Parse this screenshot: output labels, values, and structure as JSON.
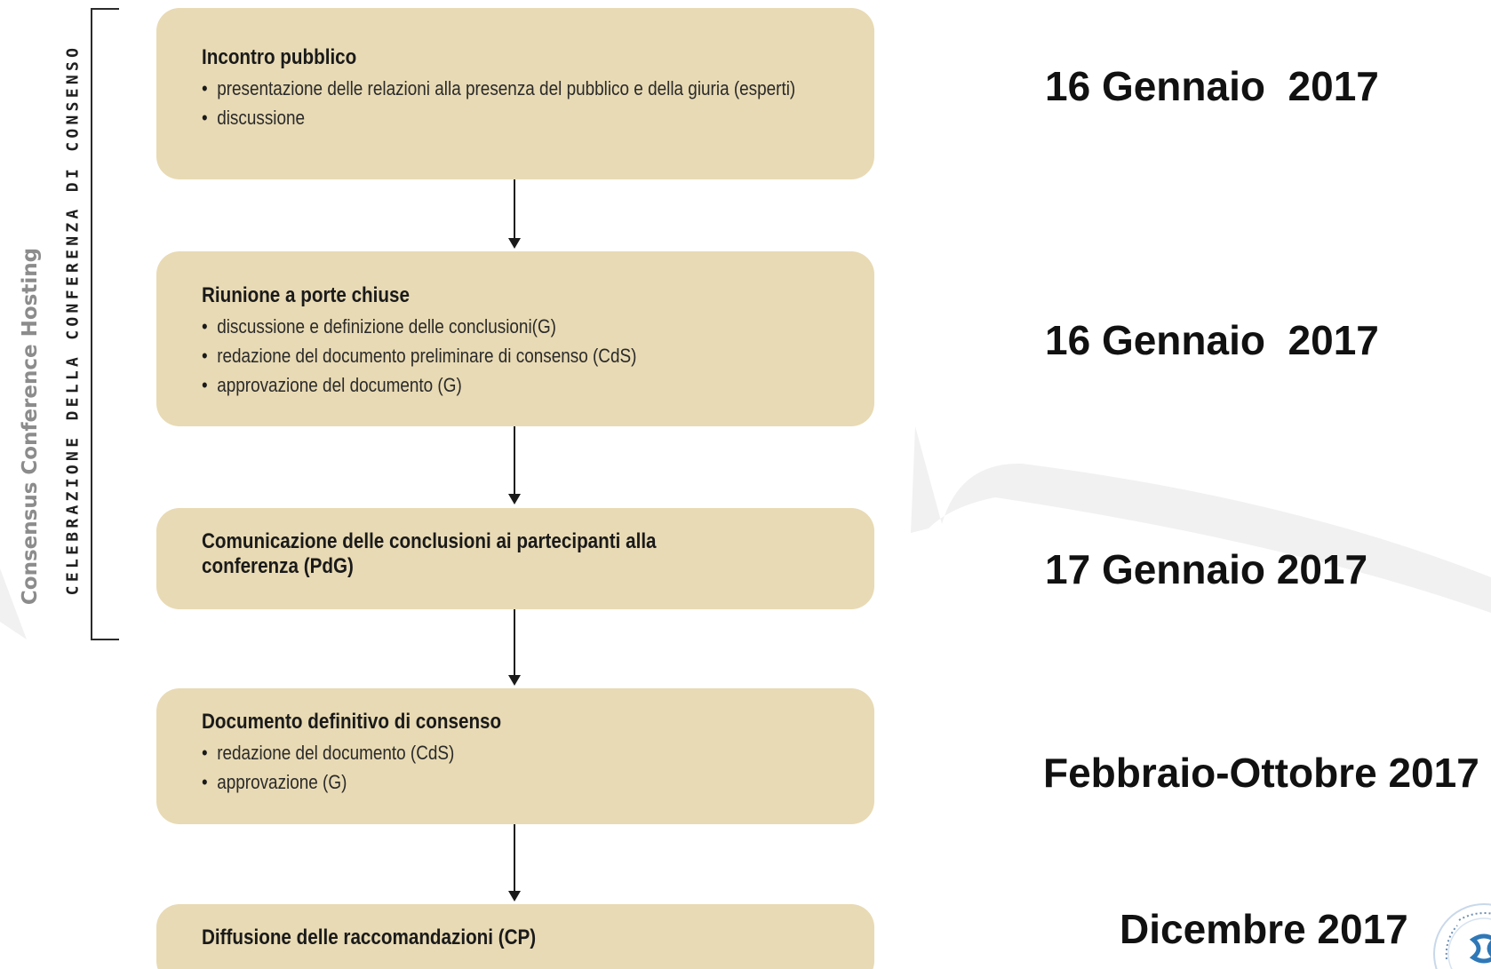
{
  "side_label": "Consensus Conference Hosting",
  "phase_label": "CELEBRAZIONE DELLA CONFERENZA DI CONSENSO",
  "steps": [
    {
      "title": "Incontro pubblico",
      "bullets": [
        "presentazione delle relazioni alla presenza del pubblico e della giuria (esperti)",
        "discussione"
      ],
      "date": "16 Gennaio  2017"
    },
    {
      "title": "Riunione a porte chiuse",
      "bullets": [
        "discussione e definizione delle conclusioni(G)",
        "redazione del documento preliminare di consenso (CdS)",
        "approvazione del documento (G)"
      ],
      "date": "16 Gennaio  2017"
    },
    {
      "title": "Comunicazione delle conclusioni ai partecipanti alla conferenza (PdG)",
      "bullets": [],
      "date": "17 Gennaio 2017"
    },
    {
      "title": "Documento definitivo di consenso",
      "bullets": [
        "redazione del documento (CdS)",
        "approvazione (G)"
      ],
      "date": "Febbraio-Ottobre 2017"
    },
    {
      "title": "Diffusione delle raccomandazioni (CP)",
      "bullets": [],
      "date": "Dicembre 2017"
    }
  ],
  "colors": {
    "box_fill": "#e8dab4",
    "text": "#1d1d1d",
    "side_label": "#8c8c8c"
  },
  "icons": {
    "logo": "society-seal-logo"
  }
}
